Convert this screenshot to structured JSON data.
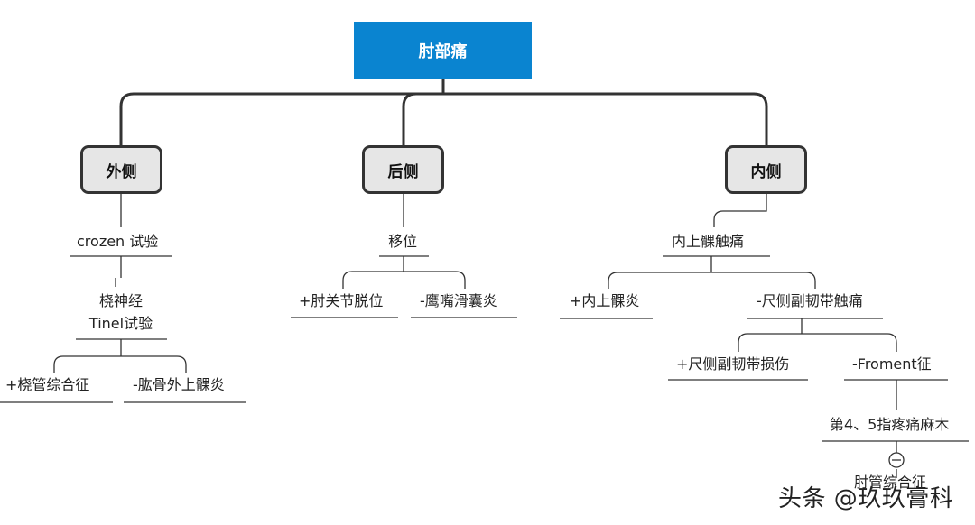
{
  "root": {
    "label": "肘部痛"
  },
  "branches": [
    {
      "label": "外侧",
      "test": "crozen 试验",
      "sub_lines": [
        "桡神经",
        "Tinel试验"
      ],
      "leaves": [
        "+桡管综合征",
        "-肱骨外上髁炎"
      ]
    },
    {
      "label": "后侧",
      "test": "移位",
      "leaves": [
        "+肘关节脱位",
        "-鹰嘴滑囊炎"
      ]
    },
    {
      "label": "内侧",
      "test": "内上髁触痛",
      "leaves": [
        "+内上髁炎",
        "-尺侧副韧带触痛"
      ],
      "sub_leaves": [
        "+尺侧副韧带损伤",
        "-Froment征"
      ],
      "detail": "第4、5指疼痛麻木",
      "bottom_partial": "肘管综合征"
    }
  ],
  "watermark": "头条 @玖玖膏科",
  "colors": {
    "root_bg": "#0a84d0",
    "branch_bg": "#e6e6e6",
    "line": "#333333"
  }
}
